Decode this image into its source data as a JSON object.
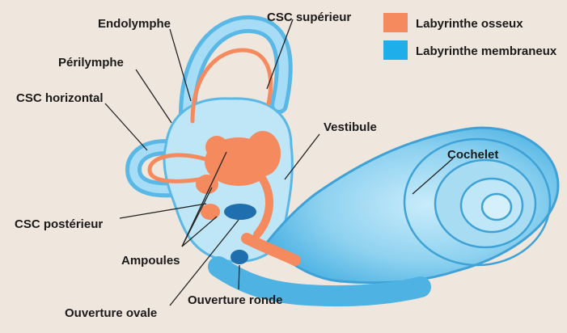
{
  "legend": {
    "items": [
      {
        "label": "Labyrinthe osseux",
        "color": "#f58a5e"
      },
      {
        "label": "Labyrinthe  membraneux",
        "color": "#1eaeea"
      }
    ]
  },
  "labels": {
    "endolymphe": "Endolymphe",
    "csc_superieur": "CSC supérieur",
    "perilymphe": "Périlymphe",
    "csc_horizontal": "CSC horizontal",
    "vestibule": "Vestibule",
    "cochelet": "Cochelet",
    "csc_posterieur": "CSC postérieur",
    "ampoules": "Ampoules",
    "ouverture_ovale": "Ouverture ovale",
    "ouverture_ronde": "Ouverture ronde"
  },
  "colors": {
    "bone_outer": "#9ad7f2",
    "bone_edge": "#5fb9e6",
    "membrane": "#f58a5e",
    "cochlea_fill": "#8fd0ef",
    "cochlea_line": "#3fa2d6",
    "window": "#1f6fae"
  }
}
